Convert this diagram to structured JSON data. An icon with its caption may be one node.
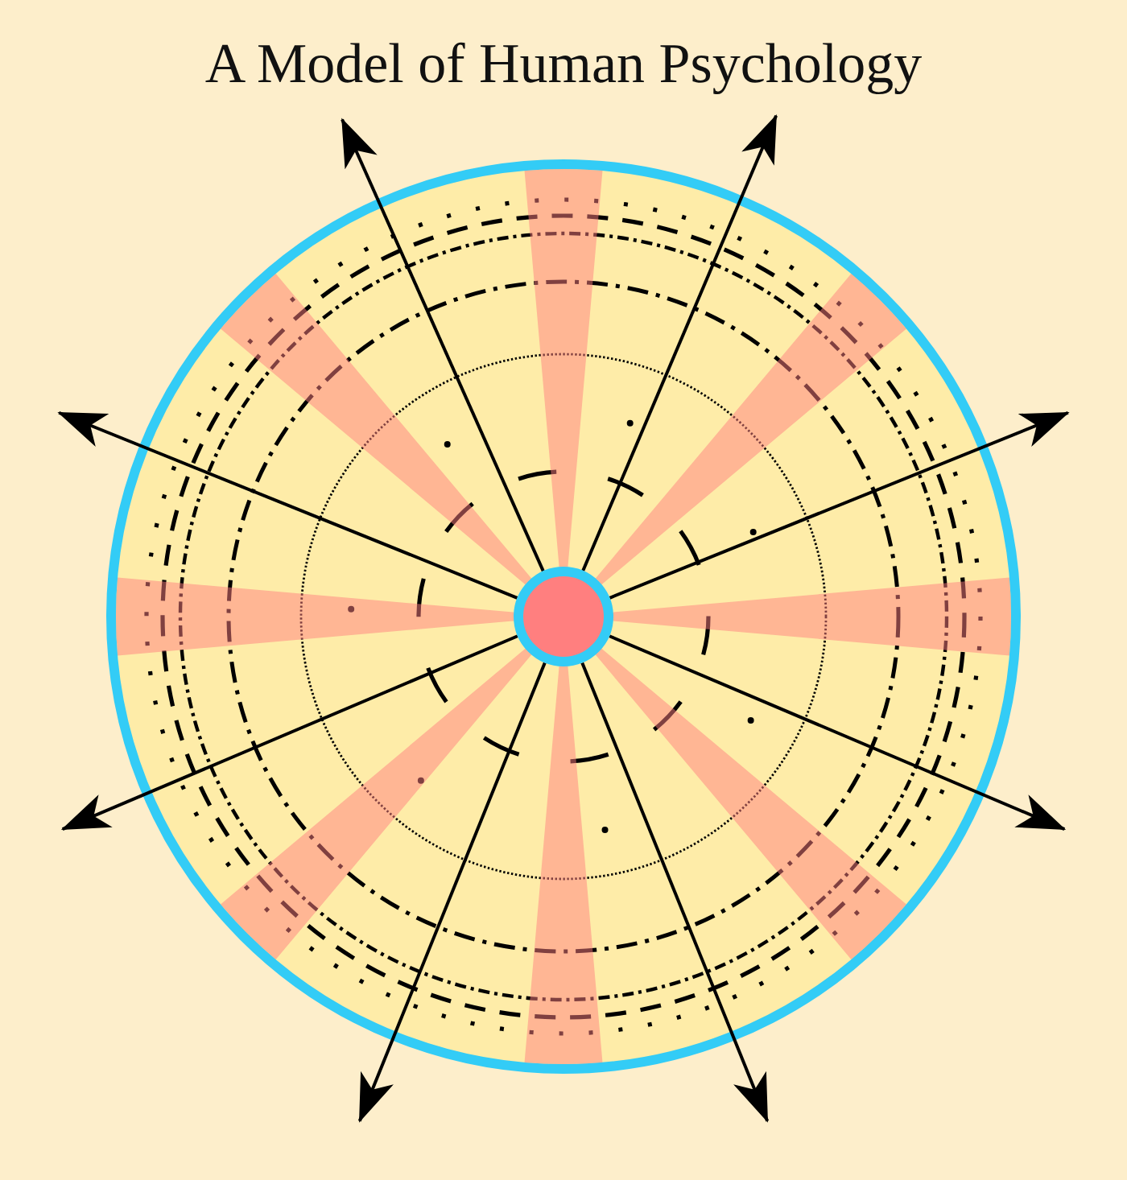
{
  "diagram": {
    "title": "A Model of Human Psychology",
    "nodes": [
      {
        "text": [],
        "shape": "circle"
      },
      {
        "text": [],
        "shape": "circle",
        "in": 0
      }
    ],
    "edges": [
      {
        "from": 1,
        "to": null,
        "arrow": "to"
      },
      {
        "from": 1,
        "to": null,
        "arrow": "to"
      },
      {
        "from": 1,
        "to": null,
        "arrow": "to"
      },
      {
        "from": 1,
        "to": null,
        "arrow": "to"
      },
      {
        "from": 1,
        "to": null,
        "arrow": "to"
      },
      {
        "from": 1,
        "to": null,
        "arrow": "to"
      },
      {
        "from": 1,
        "to": null,
        "arrow": "to"
      },
      {
        "from": 1,
        "to": null,
        "arrow": "to"
      }
    ]
  }
}
